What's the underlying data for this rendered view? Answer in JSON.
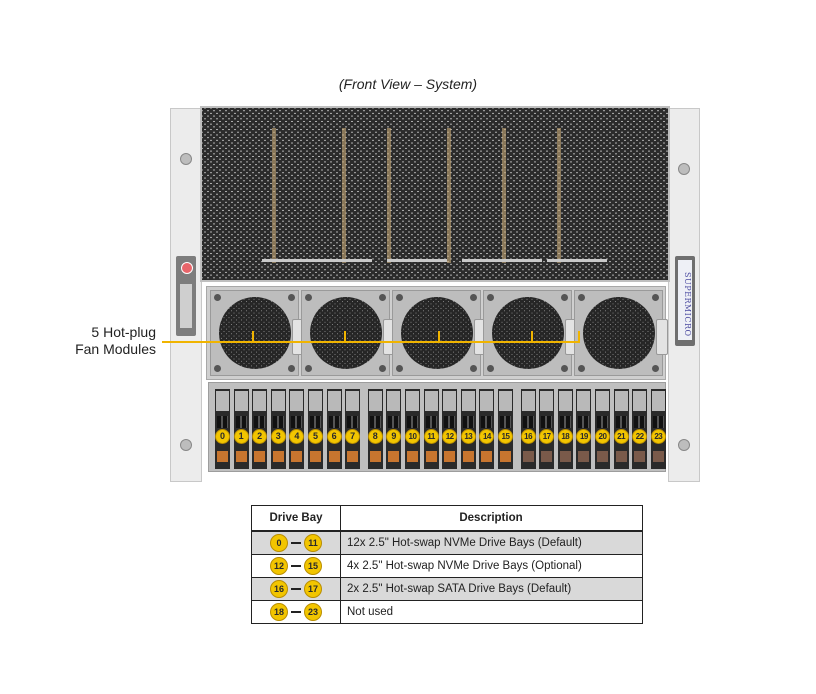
{
  "title": "(Front View – System)",
  "callout": {
    "line1": "5 Hot-plug",
    "line2": "Fan Modules",
    "color": "#f0b400"
  },
  "brand": "SUPERMICRO",
  "fans": {
    "count": 5
  },
  "drive_bays": [
    "0",
    "1",
    "2",
    "3",
    "4",
    "5",
    "6",
    "7",
    "8",
    "9",
    "10",
    "11",
    "12",
    "13",
    "14",
    "15",
    "16",
    "17",
    "18",
    "19",
    "20",
    "21",
    "22",
    "23"
  ],
  "badge_color": "#f2c500",
  "table": {
    "headers": {
      "bay": "Drive Bay",
      "description": "Description"
    },
    "rows": [
      {
        "from": "0",
        "to": "11",
        "description": "12x 2.5\" Hot-swap NVMe Drive  Bays (Default)",
        "shaded": true
      },
      {
        "from": "12",
        "to": "15",
        "description": "4x 2.5\" Hot-swap NVMe Drive  Bays (Optional)",
        "shaded": false
      },
      {
        "from": "16",
        "to": "17",
        "description": "2x 2.5\" Hot-swap SATA Drive  Bays (Default)",
        "shaded": true
      },
      {
        "from": "18",
        "to": "23",
        "description": "Not used",
        "shaded": false
      }
    ]
  }
}
